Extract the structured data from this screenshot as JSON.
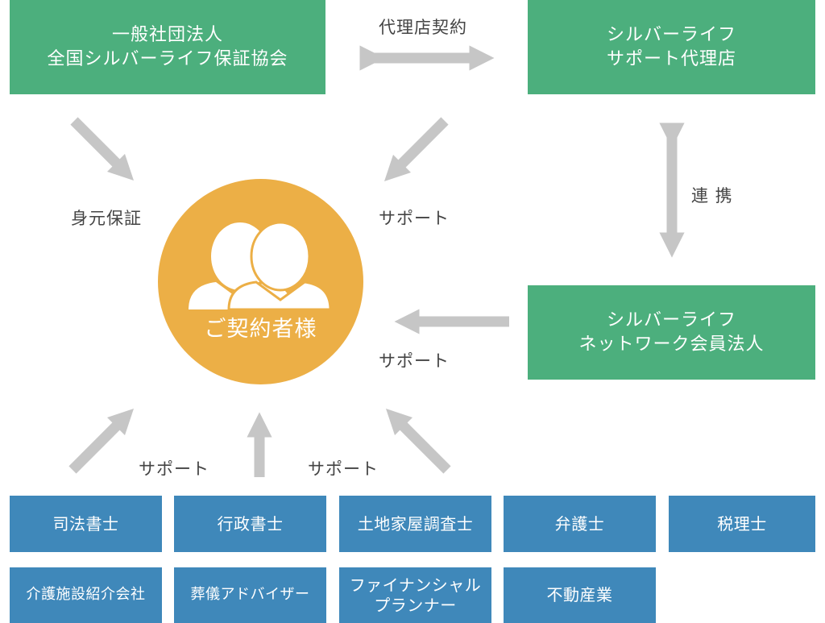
{
  "colors": {
    "green": "#4caf7d",
    "blue": "#3f88ba",
    "customer": "#ecaf46",
    "arrow": "#c6c6c6"
  },
  "association": {
    "line1": "一般社団法人",
    "line2": "全国シルバーライフ保証協会"
  },
  "agency": {
    "line1": "シルバーライフ",
    "line2": "サポート代理店"
  },
  "network": {
    "line1": "シルバーライフ",
    "line2": "ネットワーク会員法人"
  },
  "customer": {
    "label": "ご契約者様",
    "icon": "people-icon"
  },
  "labels": {
    "agency_contract": "代理店契約",
    "identity_guarantee": "身元保証",
    "support_from_agency": "サポート",
    "cooperation": "連 携",
    "support_from_network": "サポート",
    "support_bottom_left": "サポート",
    "support_bottom_right": "サポート"
  },
  "professionals": [
    {
      "line1": "司法書士",
      "line2": ""
    },
    {
      "line1": "行政書士",
      "line2": ""
    },
    {
      "line1": "土地家屋調査士",
      "line2": ""
    },
    {
      "line1": "弁護士",
      "line2": ""
    },
    {
      "line1": "税理士",
      "line2": ""
    },
    {
      "line1": "介護施設紹介会社",
      "line2": ""
    },
    {
      "line1": "葬儀アドバイザー",
      "line2": ""
    },
    {
      "line1": "ファイナンシャル",
      "line2": "プランナー"
    },
    {
      "line1": "不動産業",
      "line2": ""
    }
  ]
}
